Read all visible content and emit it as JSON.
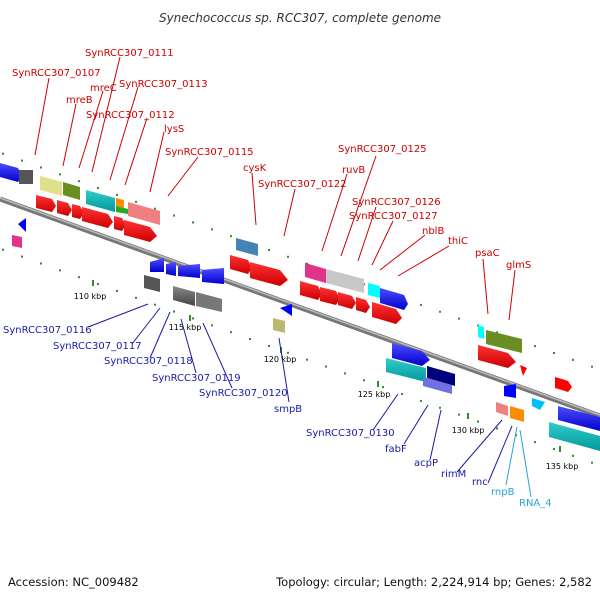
{
  "title": "Synechococcus sp. RCC307, complete genome",
  "accession": "Accession: NC_009482",
  "summary": "Topology: circular; Length: 2,224,914 bp; Genes: 2,582",
  "colors": {
    "upper_label": "#cc0000",
    "lower_label": "#1a1aa6",
    "rna_label": "#29a3d6"
  },
  "ticks": [
    "110 kbp",
    "115 kbp",
    "120 kbp",
    "125 kbp",
    "130 kbp",
    "135 kbp"
  ],
  "genes_upper": [
    "SynRCC307_0107",
    "mreB",
    "mreC",
    "SynRCC307_0111",
    "SynRCC307_0113",
    "SynRCC307_0112",
    "lysS",
    "SynRCC307_0115",
    "cysK",
    "SynRCC307_0122",
    "ruvB",
    "SynRCC307_0125",
    "SynRCC307_0126",
    "SynRCC307_0127",
    "nblB",
    "thiC",
    "psaC",
    "glmS"
  ],
  "genes_lower": [
    "SynRCC307_0116",
    "SynRCC307_0117",
    "SynRCC307_0118",
    "SynRCC307_0119",
    "SynRCC307_0120",
    "smpB",
    "SynRCC307_0130",
    "fabF",
    "acpP",
    "rimM",
    "rnc"
  ],
  "genes_rna": [
    "rnpB",
    "RNA_4"
  ]
}
